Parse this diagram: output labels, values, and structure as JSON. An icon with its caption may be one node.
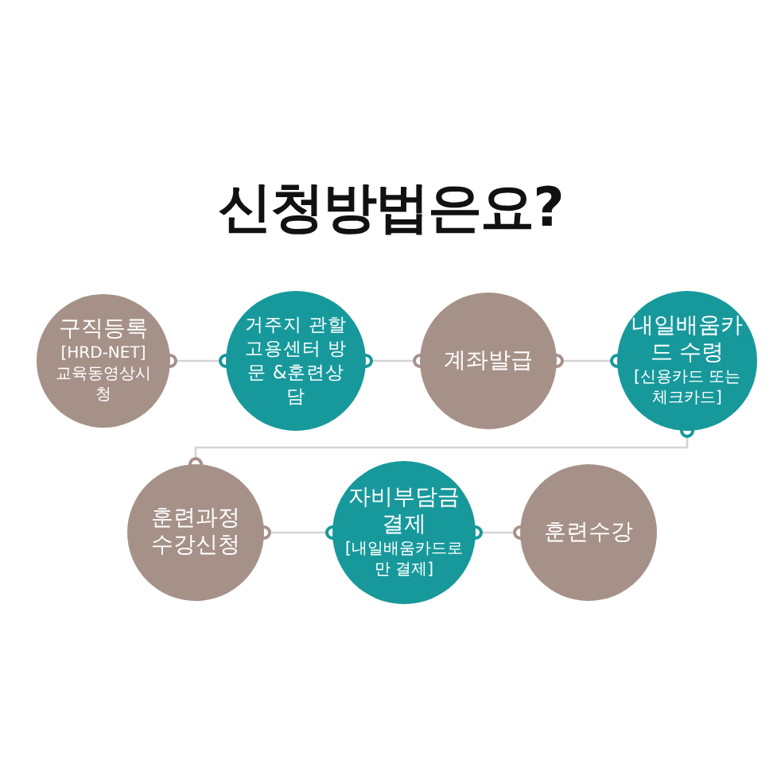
{
  "diagram": {
    "title": "신청방법은요?",
    "nodes": [
      {
        "text": [
          "구직등록",
          "[HRD-NET]",
          "교육동영상시청"
        ]
      },
      {
        "text": [
          "거주지 관할 고용센터 방문 &훈련상담"
        ]
      },
      {
        "text": [
          "계좌발급"
        ]
      },
      {
        "text": [
          "내일배움카드 수령",
          "[신용카드 또는 체크카드]"
        ]
      },
      {
        "text": [
          "훈련과정 수강신청"
        ]
      },
      {
        "text": [
          "자비부담금 결제",
          "[내일배움카드로만 결제]"
        ]
      },
      {
        "text": [
          "훈련수강"
        ]
      }
    ],
    "edges": [
      {
        "from": 0,
        "to": 1,
        "arrow": "other"
      },
      {
        "from": 1,
        "to": 2,
        "arrow": "other"
      },
      {
        "from": 2,
        "to": 3,
        "arrow": "other"
      },
      {
        "from": 3,
        "to": 4,
        "arrow": "other"
      },
      {
        "from": 4,
        "to": 5,
        "arrow": "other"
      },
      {
        "from": 5,
        "to": 6,
        "arrow": "other"
      }
    ]
  }
}
